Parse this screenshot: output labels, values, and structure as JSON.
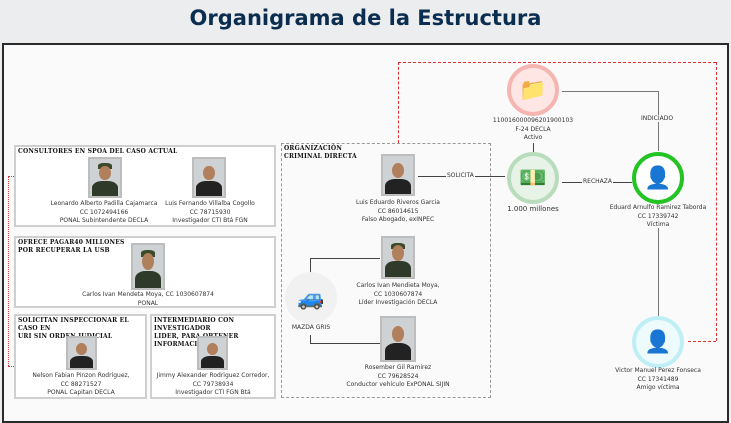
{
  "title": "Organigrama de la Estructura",
  "groups": {
    "consultores": {
      "heading": "CONSULTORES EN SPOA DEL CASO ACTUAL",
      "people": [
        {
          "name": "Leonardo Alberto Padilla Cajamarca",
          "cc": "CC 1072494166",
          "role": "PONAL Subintendente DECLA"
        },
        {
          "name": "Luis Fernando Villalba Cogollo",
          "cc": "CC 78715930",
          "role": "Investigador CTI Btá FGN"
        }
      ]
    },
    "ofrece": {
      "heading": "OFRECE PAGAR40 MILLONES\nPOR RECUPERAR LA USB",
      "people": [
        {
          "name": "Carlos Ivan Mendeta Moya, CC 1030607874",
          "role": "PONAL"
        }
      ]
    },
    "solicitan": {
      "heading": "SOLICITAN INSPECCIONAR EL CASO EN\nURI SIN ORDEN JUDICIAL",
      "people": [
        {
          "name": "Nelson Fabian Pinzon Rodríguez,",
          "cc": "CC 88271527",
          "role": "PONAL Capitan DECLA"
        }
      ]
    },
    "intermediario": {
      "heading": "INTERMEDIARIO CON INVESTIGADOR\nLIDER, PARA OBTENER INFORMACIÓN",
      "people": [
        {
          "name": "Jimmy Alexander Rodriguez Corredor,",
          "cc": "CC 79738934",
          "role": "Investigador CTI FGN Btá"
        }
      ]
    },
    "organizacion": {
      "heading": "ORGANIZACIÓN\nCRIMINAL DIRECTA",
      "people": [
        {
          "name": "Luis Eduardo Riveros Garcia",
          "cc": "CC 86014615",
          "role": "Falso Abogado, exINPEC"
        },
        {
          "name": "Carlos Ivan Mendieta Moya,",
          "cc": "CC 1030607874",
          "role": "Líder Investigación DECLA"
        },
        {
          "name": "Rosember Gil Ramirez",
          "cc": "CC 79628524",
          "role": "Conductor vehículo  ExPONAL SIJIN"
        }
      ],
      "vehicle": "MAZDA GRIS"
    }
  },
  "nodes": {
    "case": {
      "number": "11001600009620190010​3",
      "unit": "F-24 DECLA",
      "status": "Activo",
      "icon": "folder-icon",
      "color": "#f5b5b0"
    },
    "money": {
      "label": "1.000 millones",
      "icon": "money-icon",
      "color": "#b9dcbc"
    },
    "victim": {
      "name": "Eduard Arnulfo Ramirez Taborda",
      "cc": "CC 17339742",
      "role": "Víctima",
      "icon": "person-icon",
      "color": "#22c322"
    },
    "friend": {
      "name": "Victor Manuel Perez Fonseca",
      "cc": "CC 17341489",
      "role": "Amigo víctima",
      "icon": "person-icon",
      "color": "#bfeef5"
    }
  },
  "edges": {
    "solicita": "SOLICITA",
    "rechaza": "RECHAZA",
    "indiciado": "INDICIADO"
  }
}
